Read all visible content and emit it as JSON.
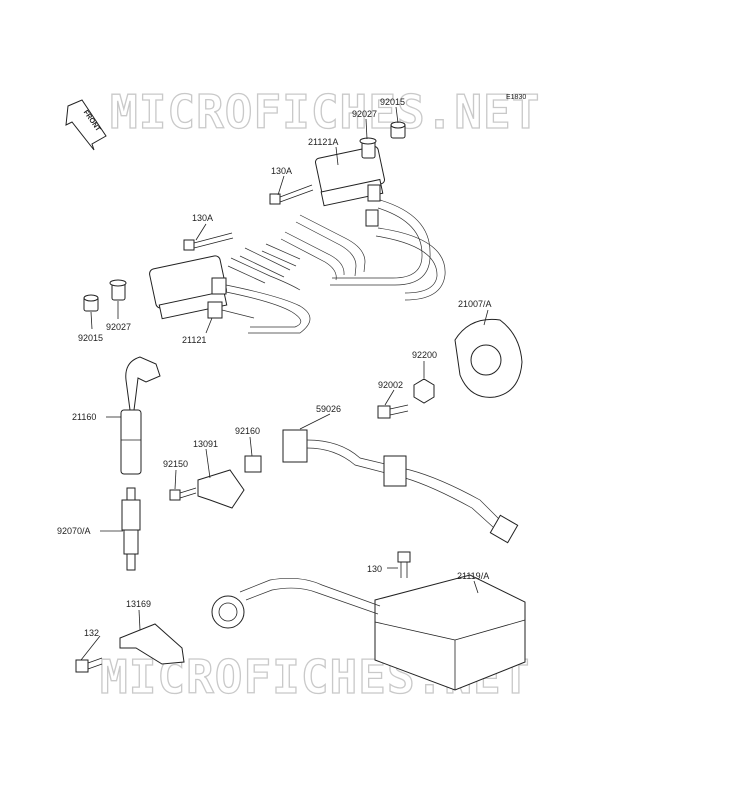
{
  "watermark": {
    "top": "MICROFICHES.NET",
    "bottom": "MICROFICHES.NET"
  },
  "diagram_code": "E1830",
  "front_label": "FRONT",
  "parts": {
    "p92015_top": "92015",
    "p92027_top": "92027",
    "p21121A": "21121A",
    "p130A_right": "130A",
    "p130A_left": "130A",
    "p92015_left": "92015",
    "p92027_left": "92027",
    "p21121": "21121",
    "p21007A": "21007/A",
    "p92200": "92200",
    "p92002": "92002",
    "p21160": "21160",
    "p59026": "59026",
    "p92160": "92160",
    "p13091": "13091",
    "p92150": "92150",
    "p92070A": "92070/A",
    "p130": "130",
    "p21119A": "21119/A",
    "p13169": "13169",
    "p132": "132"
  }
}
